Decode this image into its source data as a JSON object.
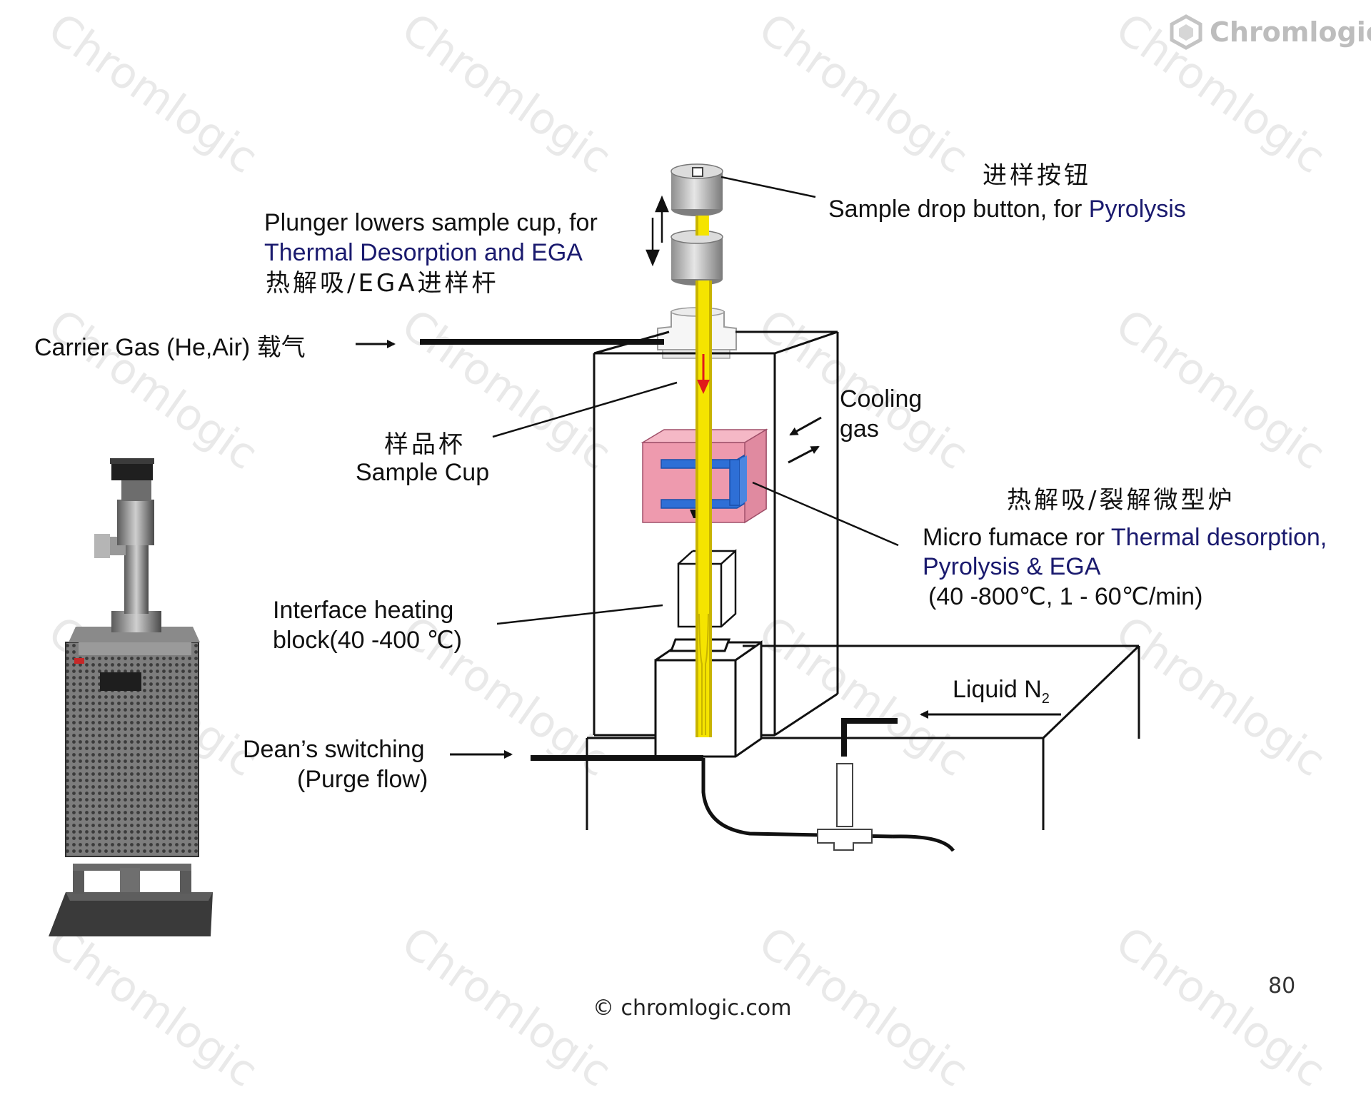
{
  "watermark": {
    "text": "Chromlogic",
    "color": "#d8d8d8"
  },
  "logo": {
    "icon": "hexagon-logo-icon",
    "text": "Chromlogic"
  },
  "labels": {
    "sample_drop_zh": "进样按钮",
    "sample_drop_en": "Sample drop button, for ",
    "sample_drop_en_hl": "Pyrolysis",
    "plunger_line1": "Plunger lowers sample cup, for",
    "plunger_line2": "Thermal Desorption and EGA",
    "plunger_zh": "热解吸/EGA进样杆",
    "carrier_gas": "Carrier Gas (He,Air) 载气",
    "sample_cup_zh": "样品杯",
    "sample_cup_en": "Sample Cup",
    "cooling_line1": "Cooling",
    "cooling_line2": "gas",
    "furnace_zh": "热解吸/裂解微型炉",
    "furnace_line1": "Micro fumace ror ",
    "furnace_line1_hl": "Thermal desorption,",
    "furnace_line2": "Pyrolysis & EGA",
    "furnace_line3": "(40 -800℃, 1 - 60℃/min)",
    "interface_line1": "Interface heating",
    "interface_line2": "block(40 -400 ℃)",
    "liquid_n2": "Liquid N",
    "liquid_n2_sub": "2",
    "deans_line1": "Dean’s switching",
    "deans_line2": "(Purge flow)"
  },
  "footer": {
    "copyright": "© chromlogic.com",
    "page_number": "80"
  },
  "colors": {
    "highlight_text": "#1a1a6e",
    "sample_rod": "#f5e400",
    "sample_rod_edge": "#c8b400",
    "furnace": "#ee9aae",
    "furnace_block": "#2e6fd6",
    "drop_arrow": "#e11a1a",
    "line": "#111111"
  },
  "photo": {
    "icon": "pyrolyzer-instrument-photo"
  }
}
